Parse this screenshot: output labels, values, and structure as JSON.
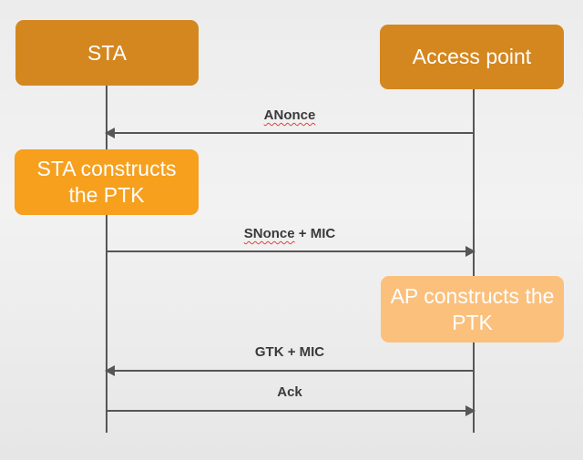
{
  "participants": {
    "sta": "STA",
    "ap": "Access point"
  },
  "steps": {
    "sta_construct": "STA constructs the PTK",
    "ap_construct": "AP constructs the PTK"
  },
  "messages": {
    "anonce": "ANonce",
    "snonce_word": "SNonce",
    "snonce_rest": " + MIC",
    "gtk_mic": "GTK + MIC",
    "ack": "Ack"
  },
  "colors": {
    "participant_box": "#d4871f",
    "sta_step_box": "#f6a01e",
    "ap_step_box": "#fbc07c",
    "line": "#565656"
  }
}
